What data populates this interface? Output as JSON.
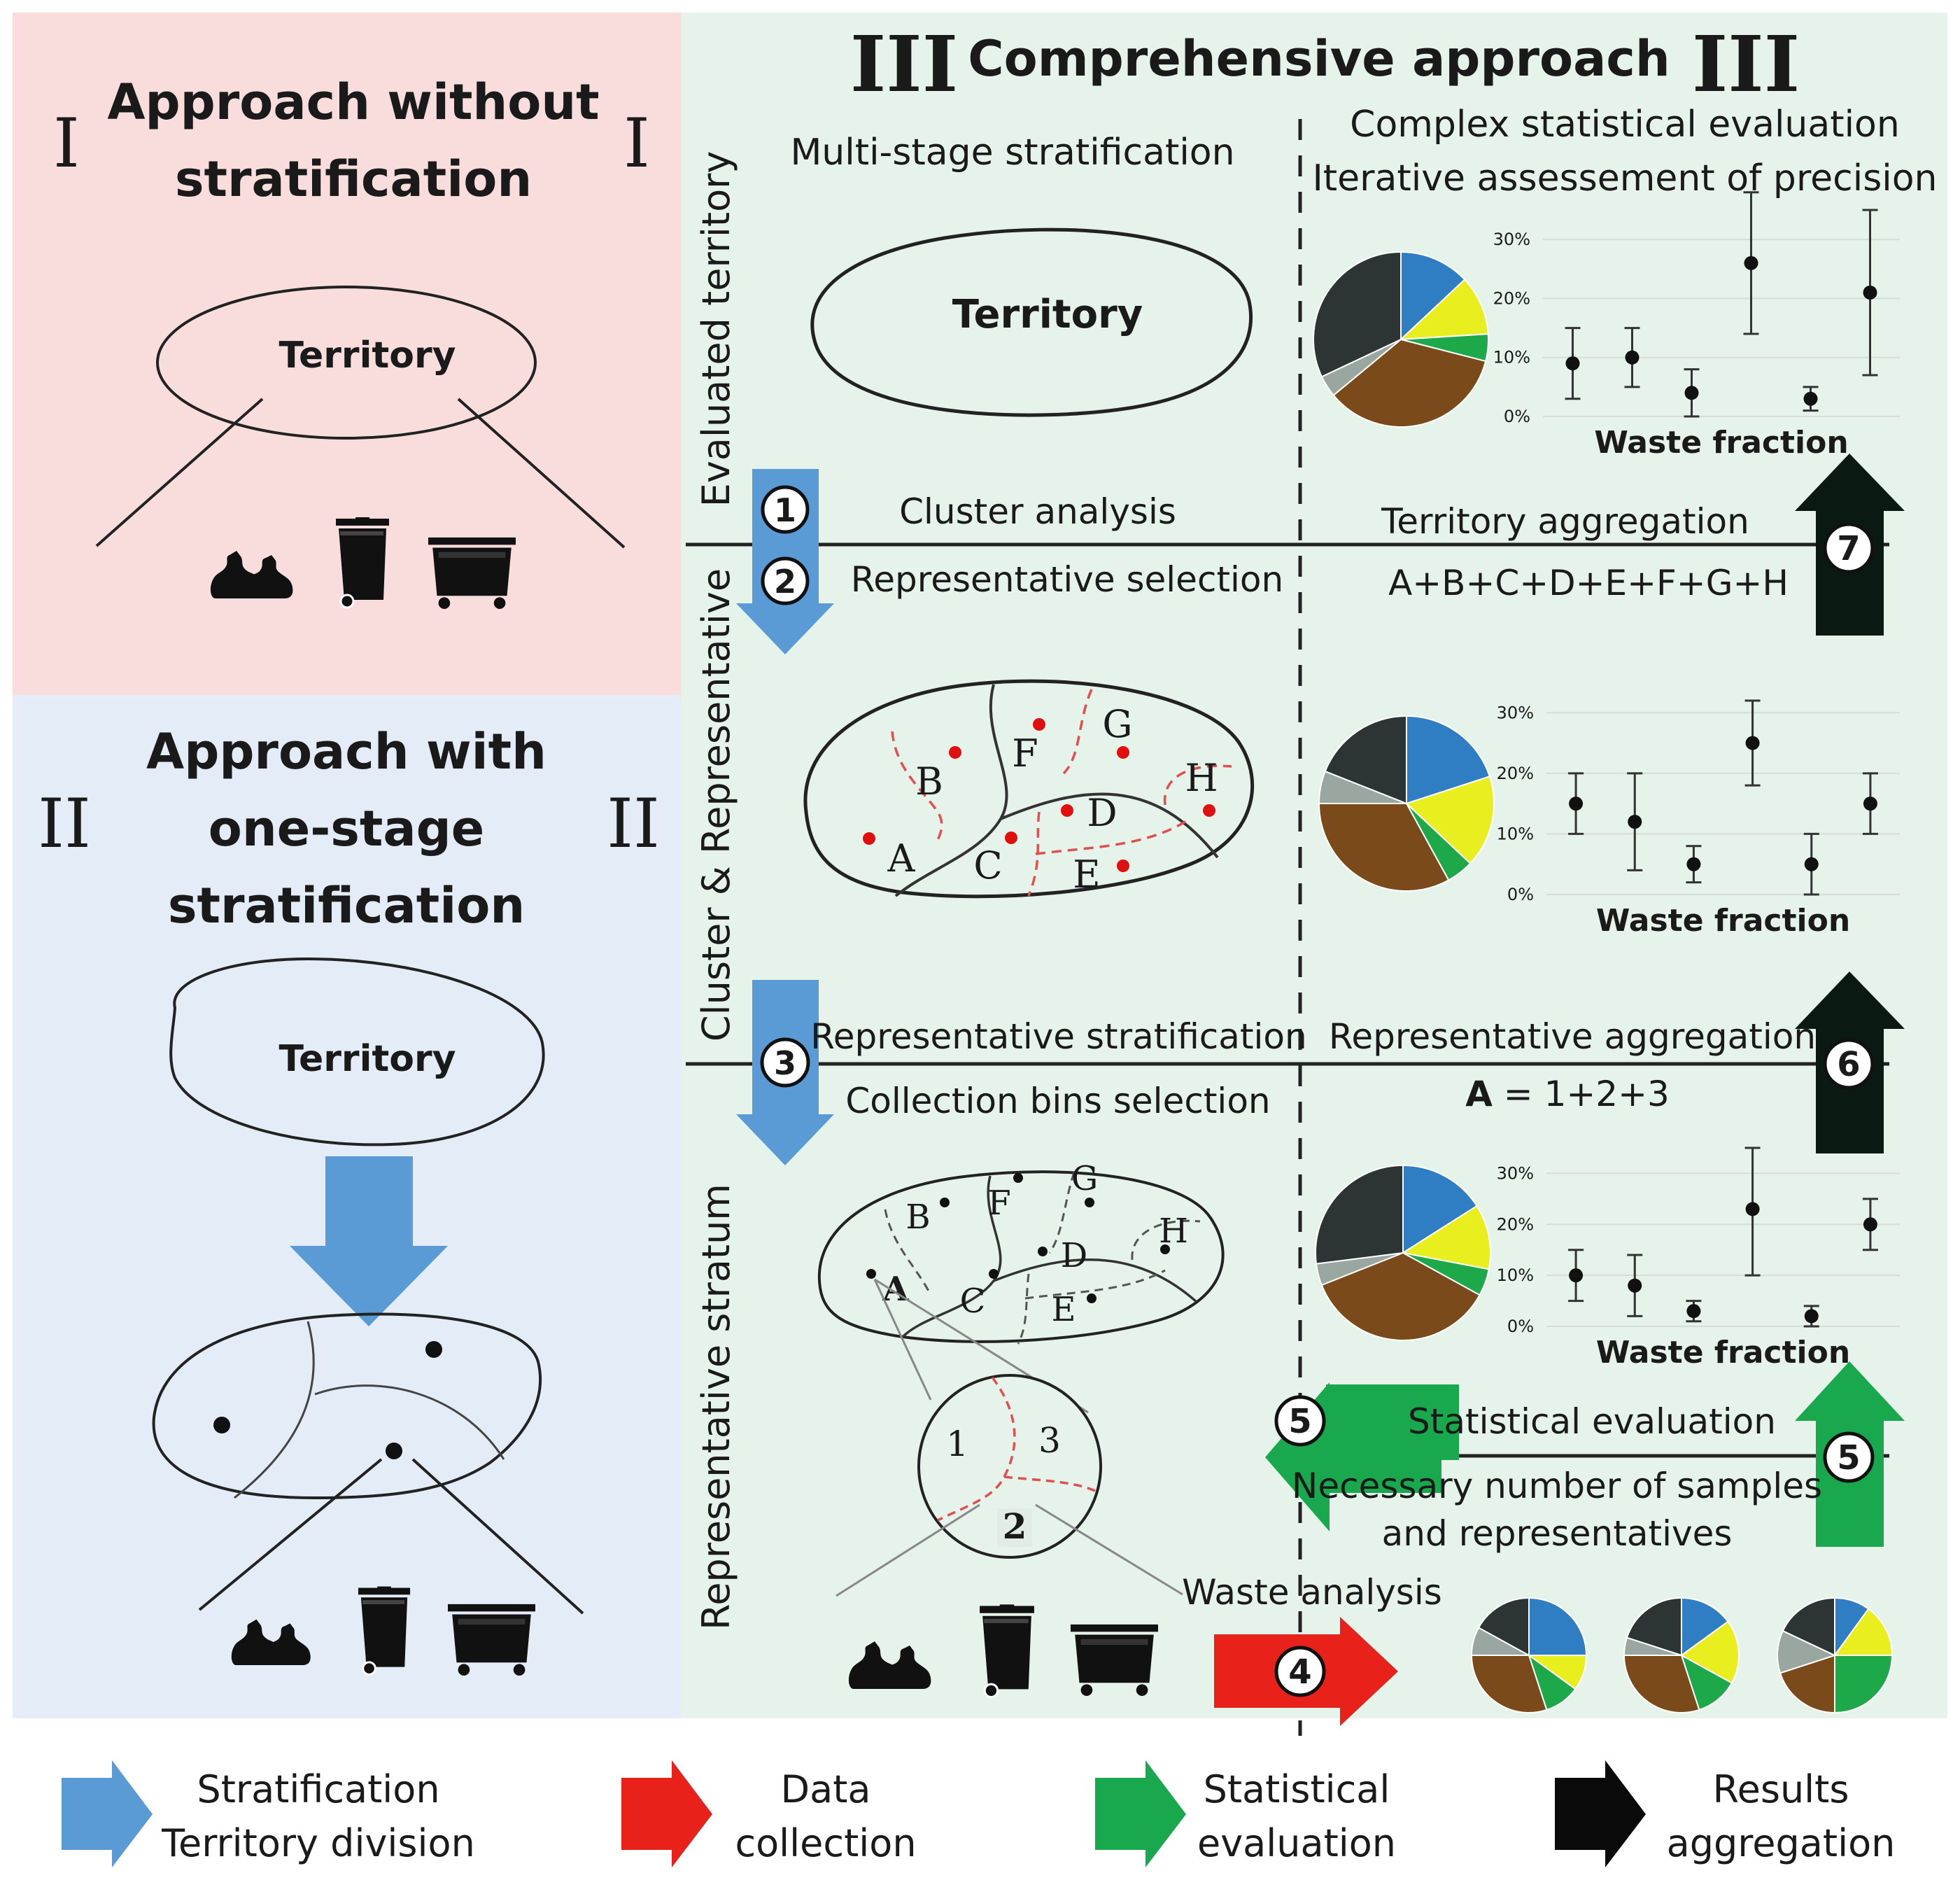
{
  "colors": {
    "panel_1": "#f9dddd",
    "panel_2": "#e3ecf7",
    "panel_3": "#e5f3ea",
    "stratification": "#5b9bd5",
    "data_collection": "#e8211b",
    "statistical": "#19a84e",
    "aggregation": "#0a1a12",
    "cluster_border": "#e05050",
    "pie_dark": "#2c3533",
    "pie_blue": "#2f7ec4",
    "pie_yellow": "#e9ef1f",
    "pie_green": "#1da84a",
    "pie_brown": "#7b4a1a",
    "pie_gray": "#9aa7a0"
  },
  "panel1": {
    "roman_left": "I",
    "roman_right": "I",
    "title_line1": "Approach without",
    "title_line2": "stratification",
    "territory": "Territory"
  },
  "panel2": {
    "roman_left": "II",
    "roman_right": "II",
    "title_line1": "Approach with",
    "title_line2": "one-stage",
    "title_line3": "stratification",
    "territory": "Territory"
  },
  "panel3": {
    "roman_left": "III",
    "roman_right": "III",
    "title": "Comprehensive approach",
    "multi_stage": "Multi-stage stratification",
    "complex_eval": "Complex statistical evaluation",
    "iterative": "Iterative assessement of precision",
    "side_label_top": "Evaluated territory",
    "side_label_mid": "Cluster & Representative",
    "side_label_bottom": "Representative stratum",
    "territory": "Territory",
    "step1": "1",
    "step1_label": "Cluster analysis",
    "step2": "2",
    "step2_label": "Representative selection",
    "step3": "3",
    "step3_label_top": "Representative stratification",
    "step3_label_bottom": "Collection bins selection",
    "step4": "4",
    "waste_analysis": "Waste analysis",
    "step5": "5",
    "step5_label_top": "Statistical evaluation",
    "step5_label_bottom_1": "Necessary number of samples",
    "step5_label_bottom_2": "and representatives",
    "step6": "6",
    "step6_label": "Representative aggregation",
    "step6_formula_a": "A",
    "step6_formula_rest": " = 1+2+3",
    "step7": "7",
    "step7_label": "Territory aggregation",
    "step7_formula": "A+B+C+D+E+F+G+H",
    "cluster_letters": [
      "A",
      "B",
      "C",
      "D",
      "E",
      "F",
      "G",
      "H"
    ],
    "sub_strata": [
      "1",
      "2",
      "3"
    ]
  },
  "legend": {
    "stratification_1": "Stratification",
    "stratification_2": "Territory division",
    "data_1": "Data",
    "data_2": "collection",
    "stat_1": "Statistical",
    "stat_2": "evaluation",
    "results_1": "Results",
    "results_2": "aggregation"
  },
  "chart_data": [
    {
      "type": "pie",
      "slice_colors": [
        "#2f7ec4",
        "#e9ef1f",
        "#1da84a",
        "#7b4a1a",
        "#9aa7a0",
        "#2c3533"
      ],
      "values": [
        13,
        11,
        5,
        35,
        4,
        32
      ]
    },
    {
      "type": "scatter",
      "xlabel": "Waste fraction",
      "yticks": [
        "0%",
        "10%",
        "20%",
        "30%"
      ],
      "ylim": [
        0,
        35
      ],
      "points": [
        {
          "y": 9,
          "lo": 3,
          "hi": 15
        },
        {
          "y": 10,
          "lo": 5,
          "hi": 15
        },
        {
          "y": 4,
          "lo": 0,
          "hi": 8
        },
        {
          "y": 26,
          "lo": 14,
          "hi": 38
        },
        {
          "y": 3,
          "lo": 1,
          "hi": 5
        },
        {
          "y": 21,
          "lo": 7,
          "hi": 35
        }
      ]
    },
    {
      "type": "pie",
      "slice_colors": [
        "#2f7ec4",
        "#e9ef1f",
        "#1da84a",
        "#7b4a1a",
        "#9aa7a0",
        "#2c3533"
      ],
      "values": [
        20,
        17,
        5,
        33,
        6,
        19
      ]
    },
    {
      "type": "scatter",
      "xlabel": "Waste fraction",
      "yticks": [
        "0%",
        "10%",
        "20%",
        "30%"
      ],
      "ylim": [
        0,
        35
      ],
      "points": [
        {
          "y": 15,
          "lo": 10,
          "hi": 20
        },
        {
          "y": 12,
          "lo": 4,
          "hi": 20
        },
        {
          "y": 5,
          "lo": 2,
          "hi": 8
        },
        {
          "y": 25,
          "lo": 18,
          "hi": 32
        },
        {
          "y": 5,
          "lo": 0,
          "hi": 10
        },
        {
          "y": 15,
          "lo": 10,
          "hi": 20
        }
      ]
    },
    {
      "type": "pie",
      "slice_colors": [
        "#2f7ec4",
        "#e9ef1f",
        "#1da84a",
        "#7b4a1a",
        "#9aa7a0",
        "#2c3533"
      ],
      "values": [
        16,
        12,
        5,
        36,
        4,
        27
      ]
    },
    {
      "type": "scatter",
      "xlabel": "Waste fraction",
      "yticks": [
        "0%",
        "10%",
        "20%",
        "30%"
      ],
      "ylim": [
        0,
        35
      ],
      "points": [
        {
          "y": 10,
          "lo": 5,
          "hi": 15
        },
        {
          "y": 8,
          "lo": 2,
          "hi": 14
        },
        {
          "y": 3,
          "lo": 1,
          "hi": 5
        },
        {
          "y": 23,
          "lo": 10,
          "hi": 35
        },
        {
          "y": 2,
          "lo": 0,
          "hi": 4
        },
        {
          "y": 20,
          "lo": 15,
          "hi": 25
        }
      ]
    },
    {
      "type": "pie",
      "slice_colors": [
        "#2f7ec4",
        "#e9ef1f",
        "#1da84a",
        "#7b4a1a",
        "#9aa7a0",
        "#2c3533"
      ],
      "values": [
        25,
        10,
        10,
        30,
        8,
        17
      ]
    },
    {
      "type": "pie",
      "slice_colors": [
        "#2f7ec4",
        "#e9ef1f",
        "#1da84a",
        "#7b4a1a",
        "#9aa7a0",
        "#2c3533"
      ],
      "values": [
        15,
        18,
        12,
        30,
        5,
        20
      ]
    },
    {
      "type": "pie",
      "slice_colors": [
        "#2f7ec4",
        "#e9ef1f",
        "#1da84a",
        "#7b4a1a",
        "#9aa7a0",
        "#2c3533"
      ],
      "values": [
        10,
        15,
        25,
        20,
        12,
        18
      ]
    }
  ]
}
